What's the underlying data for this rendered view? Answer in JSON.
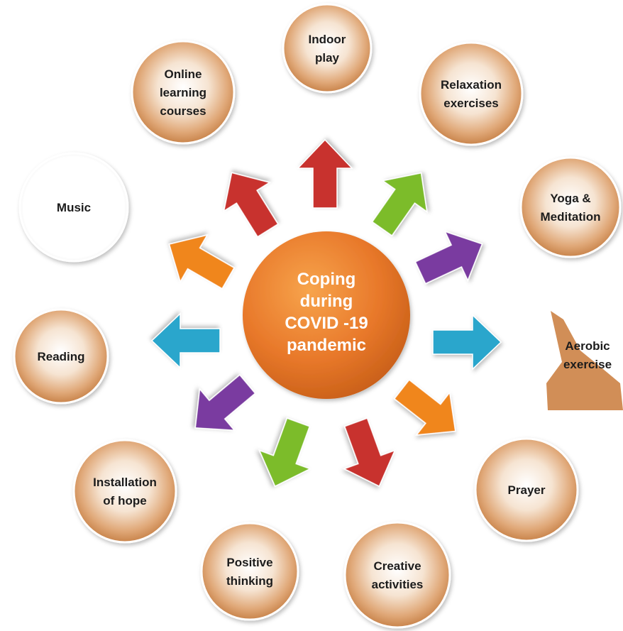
{
  "center": {
    "lines": [
      "Coping",
      "during",
      "COVID -19",
      "pandemic"
    ],
    "color": "#e8782a"
  },
  "colors": {
    "red": "#c8322f",
    "green": "#7cbc2c",
    "purple": "#7a3aa0",
    "blue": "#2aa6cc",
    "orange": "#f0861e",
    "node_sepia": "#c97a3a"
  },
  "nodes": [
    {
      "id": "indoor-play",
      "lines": [
        "Indoor",
        "play"
      ]
    },
    {
      "id": "relaxation-exercises",
      "lines": [
        "Relaxation",
        "exercises"
      ]
    },
    {
      "id": "yoga-meditation",
      "lines": [
        "Yoga &",
        "Meditation"
      ]
    },
    {
      "id": "aerobic-exercise",
      "lines": [
        "Aerobic",
        "exercise"
      ]
    },
    {
      "id": "prayer",
      "lines": [
        "Prayer"
      ]
    },
    {
      "id": "creative-activities",
      "lines": [
        "Creative",
        "activities"
      ]
    },
    {
      "id": "positive-thinking",
      "lines": [
        "Positive",
        "thinking"
      ]
    },
    {
      "id": "installation-of-hope",
      "lines": [
        "Installation",
        "of hope"
      ]
    },
    {
      "id": "reading",
      "lines": [
        "Reading"
      ]
    },
    {
      "id": "music",
      "lines": [
        "Music"
      ]
    },
    {
      "id": "online-learning-courses",
      "lines": [
        "Online",
        "learning",
        "courses"
      ]
    }
  ],
  "arrows": [
    {
      "id": "arrow-indoor-play",
      "color": "red"
    },
    {
      "id": "arrow-relaxation",
      "color": "green"
    },
    {
      "id": "arrow-yoga",
      "color": "purple"
    },
    {
      "id": "arrow-aerobic",
      "color": "blue"
    },
    {
      "id": "arrow-prayer",
      "color": "orange"
    },
    {
      "id": "arrow-creative",
      "color": "red"
    },
    {
      "id": "arrow-positive",
      "color": "green"
    },
    {
      "id": "arrow-hope",
      "color": "purple"
    },
    {
      "id": "arrow-reading",
      "color": "blue"
    },
    {
      "id": "arrow-music",
      "color": "orange"
    },
    {
      "id": "arrow-online",
      "color": "red"
    }
  ]
}
